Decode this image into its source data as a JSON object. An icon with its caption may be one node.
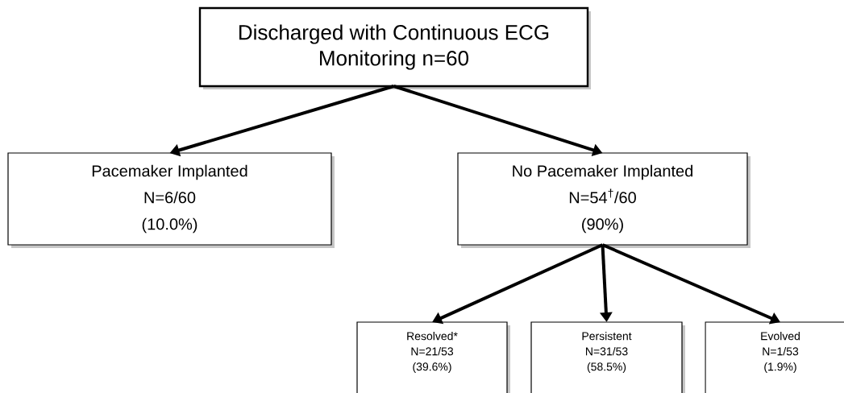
{
  "diagram": {
    "nodes": [
      {
        "text": [
          "Discharged with Continuous ECG Monitoring n=60"
        ]
      },
      {
        "text": [
          "Pacemaker Implanted",
          "N=6/60",
          "(10.0%)"
        ]
      },
      {
        "text": [
          "No Pacemaker Implanted",
          "N=54$^{†}$/60",
          "(90%)"
        ]
      },
      {
        "text": [
          "Resolved*",
          "N=21/53",
          "(39.6%)"
        ]
      },
      {
        "text": [
          "Persistent",
          "N=31/53",
          "(58.5%)"
        ]
      },
      {
        "text": [
          "Evolved",
          "N=1/53",
          "(1.9%)"
        ]
      }
    ],
    "edges": [
      {
        "from": 0,
        "to": 1,
        "arrow": "to"
      },
      {
        "from": 0,
        "to": 2,
        "arrow": "to"
      },
      {
        "from": 2,
        "to": 3,
        "arrow": "to"
      },
      {
        "from": 2,
        "to": 4,
        "arrow": "to"
      },
      {
        "from": 2,
        "to": 5,
        "arrow": "to"
      }
    ]
  }
}
